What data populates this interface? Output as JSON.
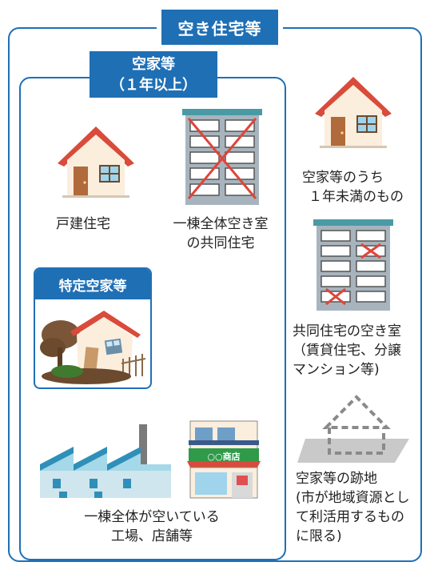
{
  "outer": {
    "title": "空き住宅等"
  },
  "inner": {
    "title_line1": "空家等",
    "title_line2": "（１年以上）"
  },
  "labels": {
    "detached": "戸建住宅",
    "vacant_apartment_line1": "一棟全体空き室",
    "vacant_apartment_line2": "の共同住宅",
    "special_title": "特定空家等",
    "factory_line1": "一棟全体が空いている",
    "factory_line2": "工場、店舗等",
    "under_one_year_line1": "空家等のうち",
    "under_one_year_line2": "１年未満のもの",
    "partial_vacant_line1": "共同住宅の空き室",
    "partial_vacant_line2": "（賃貸住宅、分譲",
    "partial_vacant_line3": "マンション等)",
    "site_line1": "空家等の跡地",
    "site_line2": "(市が地域資源とし",
    "site_line3": "て利活用するもの",
    "site_line4": "に限る)",
    "shop_sign": "○○商店"
  },
  "colors": {
    "frame_blue": "#1f6fb5",
    "roof_red": "#d94b3a",
    "wall_cream": "#fbeedd",
    "cross_red": "#e0443a",
    "building_gray": "#a8b4bd"
  }
}
